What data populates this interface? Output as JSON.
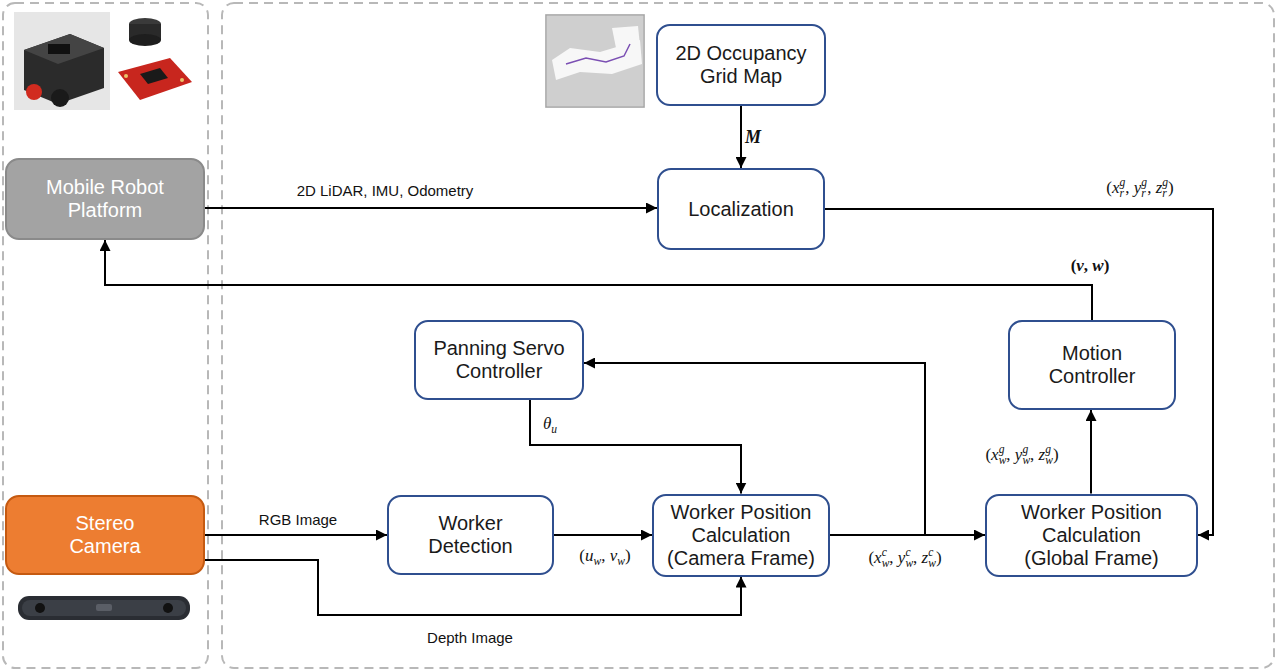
{
  "diagram": {
    "nodes": [
      {
        "text": [
          "2D Occupancy Grid Map"
        ]
      },
      {
        "text": [
          "Mobile Robot Platform"
        ]
      },
      {
        "text": [
          "Localization"
        ]
      },
      {
        "text": [
          "Panning Servo Controller"
        ]
      },
      {
        "text": [
          "Motion Controller"
        ]
      },
      {
        "text": [
          "Stereo Camera"
        ]
      },
      {
        "text": [
          "Worker Detection"
        ]
      },
      {
        "text": [
          "Worker Position Calculation (Camera Frame)"
        ]
      },
      {
        "text": [
          "Worker Position Calculation (Global Frame)"
        ]
      }
    ],
    "edges": [
      {
        "from": 1,
        "to": 2,
        "label": "2D LiDAR, IMU, Odometry",
        "arrow": "to"
      },
      {
        "from": 0,
        "to": 2,
        "label": "M",
        "arrow": "to"
      },
      {
        "from": 2,
        "to": 8,
        "label": "(xrg, yrg, zrg)",
        "arrow": "to"
      },
      {
        "from": 4,
        "to": 1,
        "label": "(v, w)",
        "arrow": "to"
      },
      {
        "from": 5,
        "to": 6,
        "label": "RGB Image",
        "arrow": "to"
      },
      {
        "from": 5,
        "to": 7,
        "label": "Depth Image",
        "arrow": "to"
      },
      {
        "from": 6,
        "to": 7,
        "label": "(uw, vw)",
        "arrow": "to"
      },
      {
        "from": 3,
        "to": 7,
        "label": "θu",
        "arrow": "to"
      },
      {
        "from": 7,
        "to": 8,
        "label": "(xwc, ywc, zwc)",
        "arrow": "to"
      },
      {
        "from": 7,
        "to": 3,
        "arrow": "to"
      },
      {
        "from": 8,
        "to": 4,
        "label": "(xwg, ywg, zwg)",
        "arrow": "to"
      }
    ]
  }
}
